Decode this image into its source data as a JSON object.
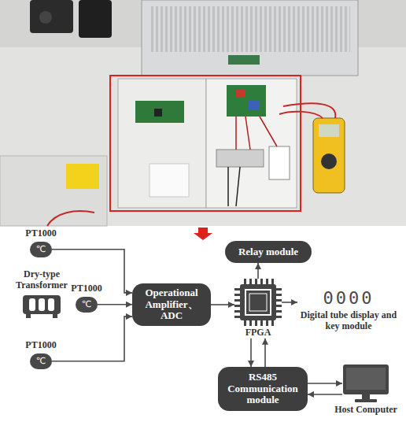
{
  "diagram": {
    "nodes": [
      {
        "text": [
          "PT1000",
          "℃"
        ]
      },
      {
        "text": [
          "Dry-type Transformer"
        ]
      },
      {
        "text": [
          "PT1000",
          "℃"
        ]
      },
      {
        "text": [
          "PT1000",
          "℃"
        ]
      },
      {
        "text": [
          "Relay module"
        ]
      },
      {
        "text": [
          "Operational Amplifier、ADC"
        ]
      },
      {
        "text": [
          "FPGA"
        ]
      },
      {
        "text": [
          "0000",
          "Digital tube display and key module"
        ]
      },
      {
        "text": [
          "RS485 Communication module"
        ]
      },
      {
        "text": [
          "Host Computer"
        ]
      }
    ],
    "edges": [
      {
        "from": 0,
        "to": 5,
        "arrow": "to"
      },
      {
        "from": 2,
        "to": 5,
        "arrow": "to"
      },
      {
        "from": 3,
        "to": 5,
        "arrow": "to"
      },
      {
        "from": 5,
        "to": 6,
        "arrow": "to"
      },
      {
        "from": 6,
        "to": 4,
        "arrow": "to"
      },
      {
        "from": 6,
        "to": 7,
        "arrow": "to"
      },
      {
        "from": 6,
        "to": 8,
        "arrow": "to"
      },
      {
        "from": 8,
        "to": 6,
        "arrow": "to"
      },
      {
        "from": 8,
        "to": 9,
        "arrow": "to"
      },
      {
        "from": 9,
        "to": 8,
        "arrow": "to"
      }
    ]
  }
}
